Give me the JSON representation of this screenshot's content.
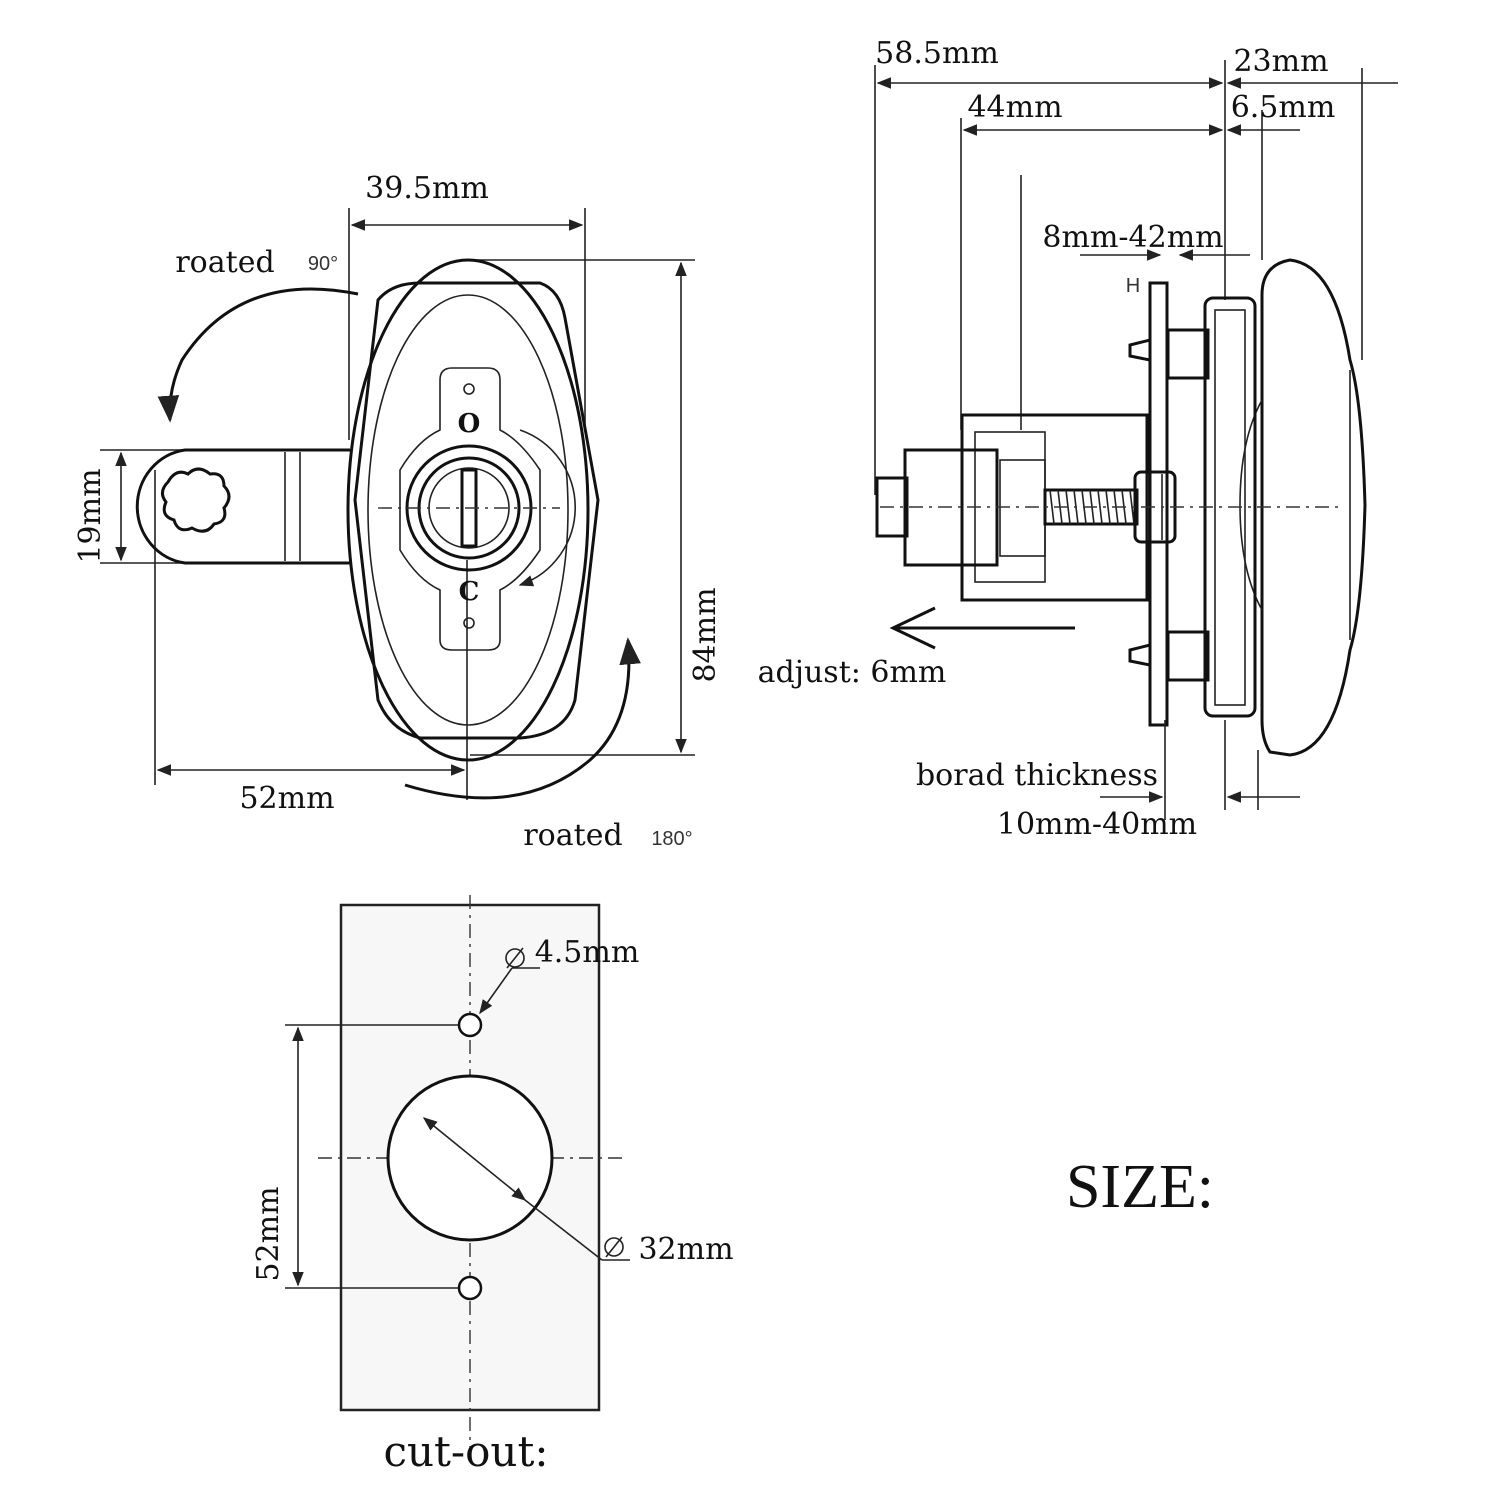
{
  "title": "SIZE:",
  "front_view": {
    "width_label": "39.5mm",
    "height_label": "84mm",
    "arm_height_label": "19mm",
    "arm_length_label": "52mm",
    "rotate_top_text": "roated",
    "rotate_top_deg": "90°",
    "rotate_bottom_text": "roated",
    "rotate_bottom_deg": "180°"
  },
  "side_view": {
    "overall_label": "58.5mm",
    "body_label": "44mm",
    "head_label": "23mm",
    "flange_label": "6.5mm",
    "adjust_range_label": "8mm-42mm",
    "adjust_label": "adjust: 6mm",
    "board_label": "borad thickness",
    "board_range_label": "10mm-40mm",
    "h_mark": "H"
  },
  "cutout": {
    "title": "cut-out:",
    "hole_small_label": "4.5mm",
    "hole_large_label": "32mm",
    "spacing_label": "52mm"
  },
  "colors": {
    "line": "#222222",
    "text": "#111111",
    "panel": "#f7f7f7"
  }
}
